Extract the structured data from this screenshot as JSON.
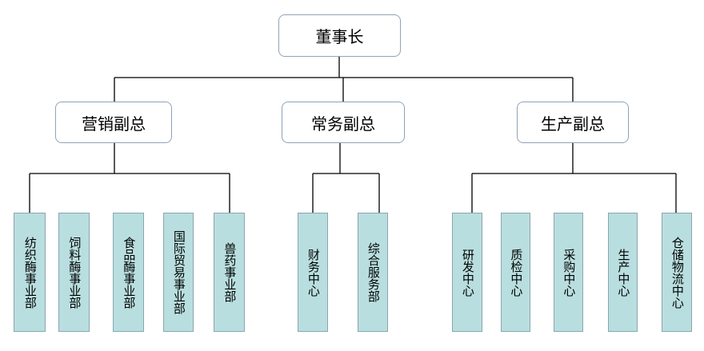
{
  "chairman": {
    "label": "董事长"
  },
  "vice_presidents": [
    {
      "label": "营销副总"
    },
    {
      "label": "常务副总"
    },
    {
      "label": "生产副总"
    }
  ],
  "marketing_units": [
    {
      "label": "纺织酶事业部"
    },
    {
      "label": "饲料酶事业部"
    },
    {
      "label": "食品酶事业部"
    },
    {
      "label": "国际贸易事业部"
    },
    {
      "label": "兽药事业部"
    }
  ],
  "general_affairs_units": [
    {
      "label": "财务中心"
    },
    {
      "label": "综合服务部"
    }
  ],
  "production_units": [
    {
      "label": "研发中心"
    },
    {
      "label": "质检中心"
    },
    {
      "label": "采购中心"
    },
    {
      "label": "生产中心"
    },
    {
      "label": "仓储物流中心"
    }
  ],
  "colors": {
    "leaf_fill": "#b9dedf",
    "box_border": "#8fa3b8",
    "connector": "#000000"
  }
}
